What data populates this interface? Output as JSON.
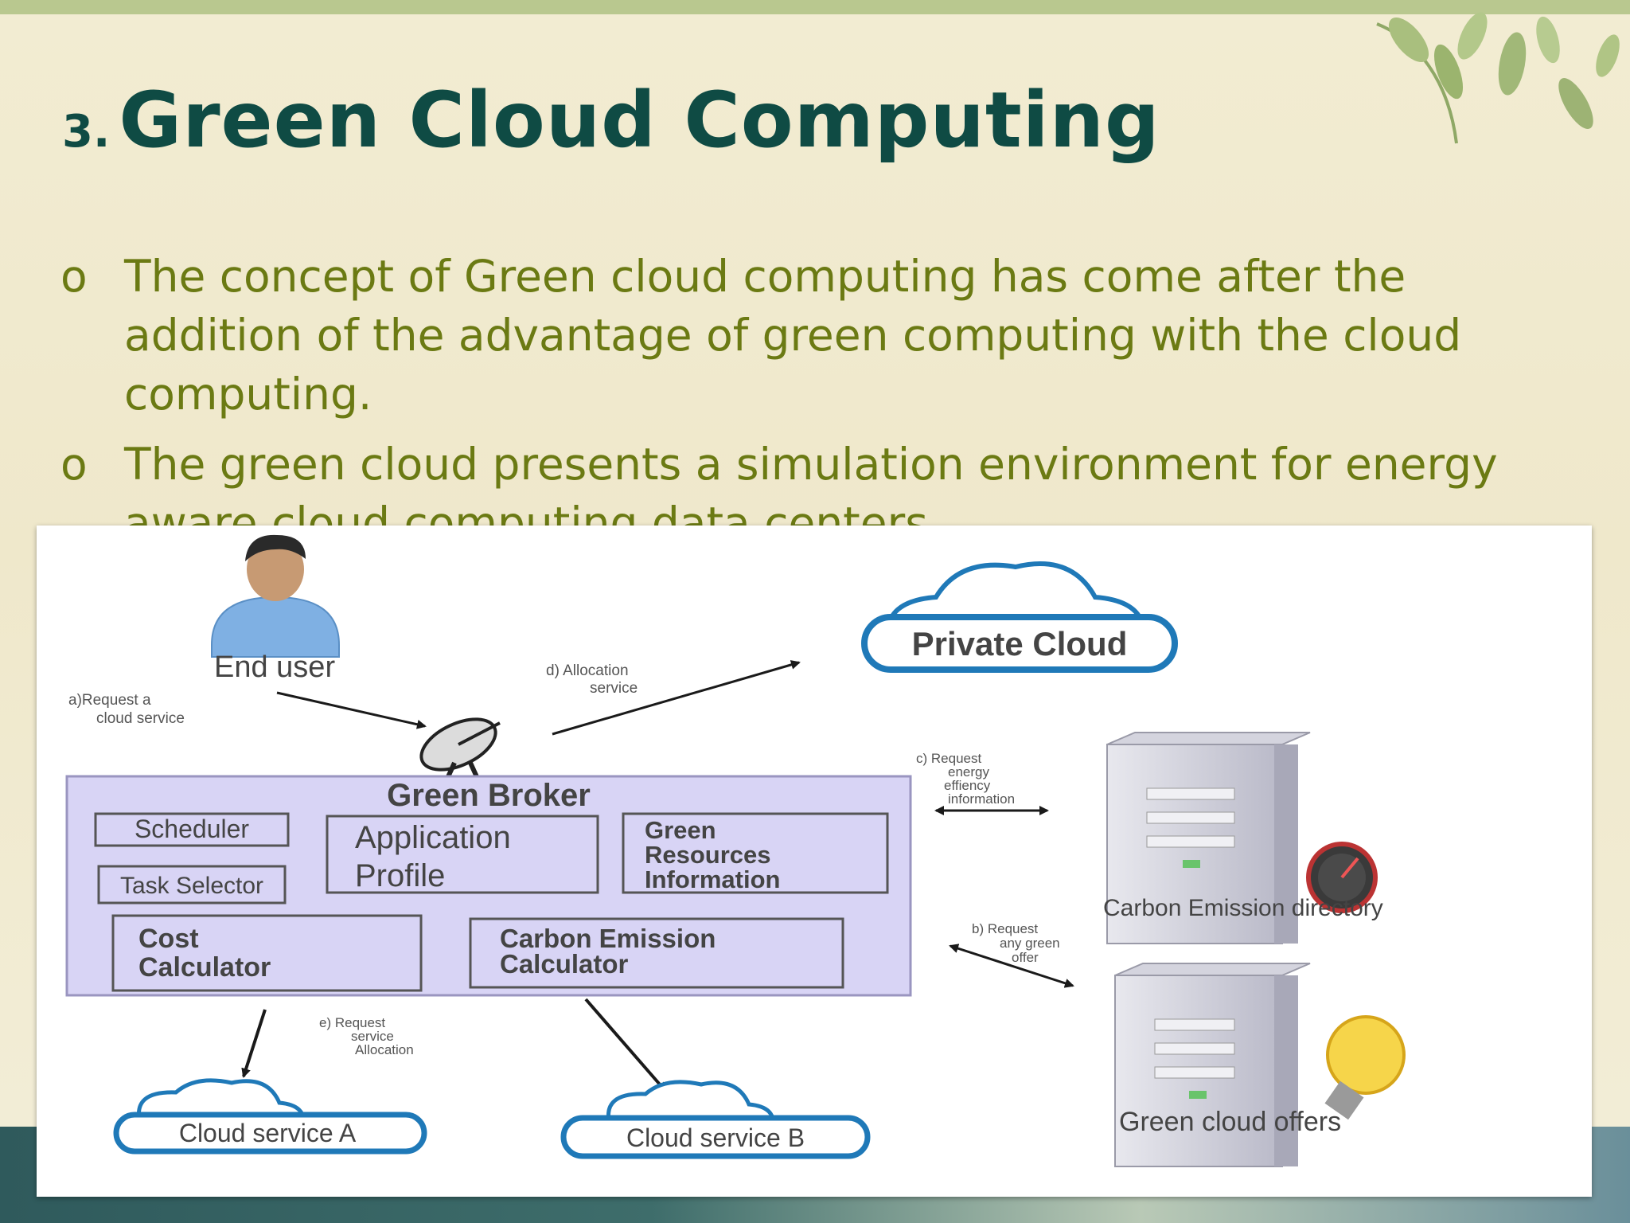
{
  "slide": {
    "title_number": "3.",
    "title": "Green Cloud Computing",
    "bullets": [
      {
        "marker": "o",
        "text": "The concept of Green cloud computing has come after the addition of the advantage of green computing with the cloud computing."
      },
      {
        "marker": "o",
        "text": "The green cloud presents a simulation environment for energy aware cloud computing data centers."
      }
    ]
  },
  "diagram": {
    "end_user": "End user",
    "request_service": [
      "a)Request a",
      "cloud service"
    ],
    "allocation_service": [
      "d) Allocation",
      "service"
    ],
    "private_cloud": "Private Cloud",
    "broker_title": "Green Broker",
    "scheduler": "Scheduler",
    "task_selector": "Task Selector",
    "application_profile": [
      "Application",
      "Profile"
    ],
    "green_resources": [
      "Green",
      "Resources",
      "Information"
    ],
    "cost_calculator": [
      "Cost",
      "Calculator"
    ],
    "carbon_calculator": [
      "Carbon Emission",
      "Calculator"
    ],
    "request_energy": [
      "c) Request",
      "energy",
      "effiency",
      "information"
    ],
    "carbon_directory": "Carbon Emission directory",
    "request_green": [
      "b) Request",
      "any green",
      "offer"
    ],
    "green_offers": "Green cloud offers",
    "request_allocation": [
      "e) Request",
      "service",
      "Allocation"
    ],
    "cloud_a": "Cloud service A",
    "cloud_b": "Cloud service B"
  },
  "colors": {
    "title": "#0f4b44",
    "bullet_text": "#6b7a13",
    "broker_fill": "#d8d4f5",
    "cloud_stroke": "#1f79b8",
    "diagram_text": "#444444"
  }
}
